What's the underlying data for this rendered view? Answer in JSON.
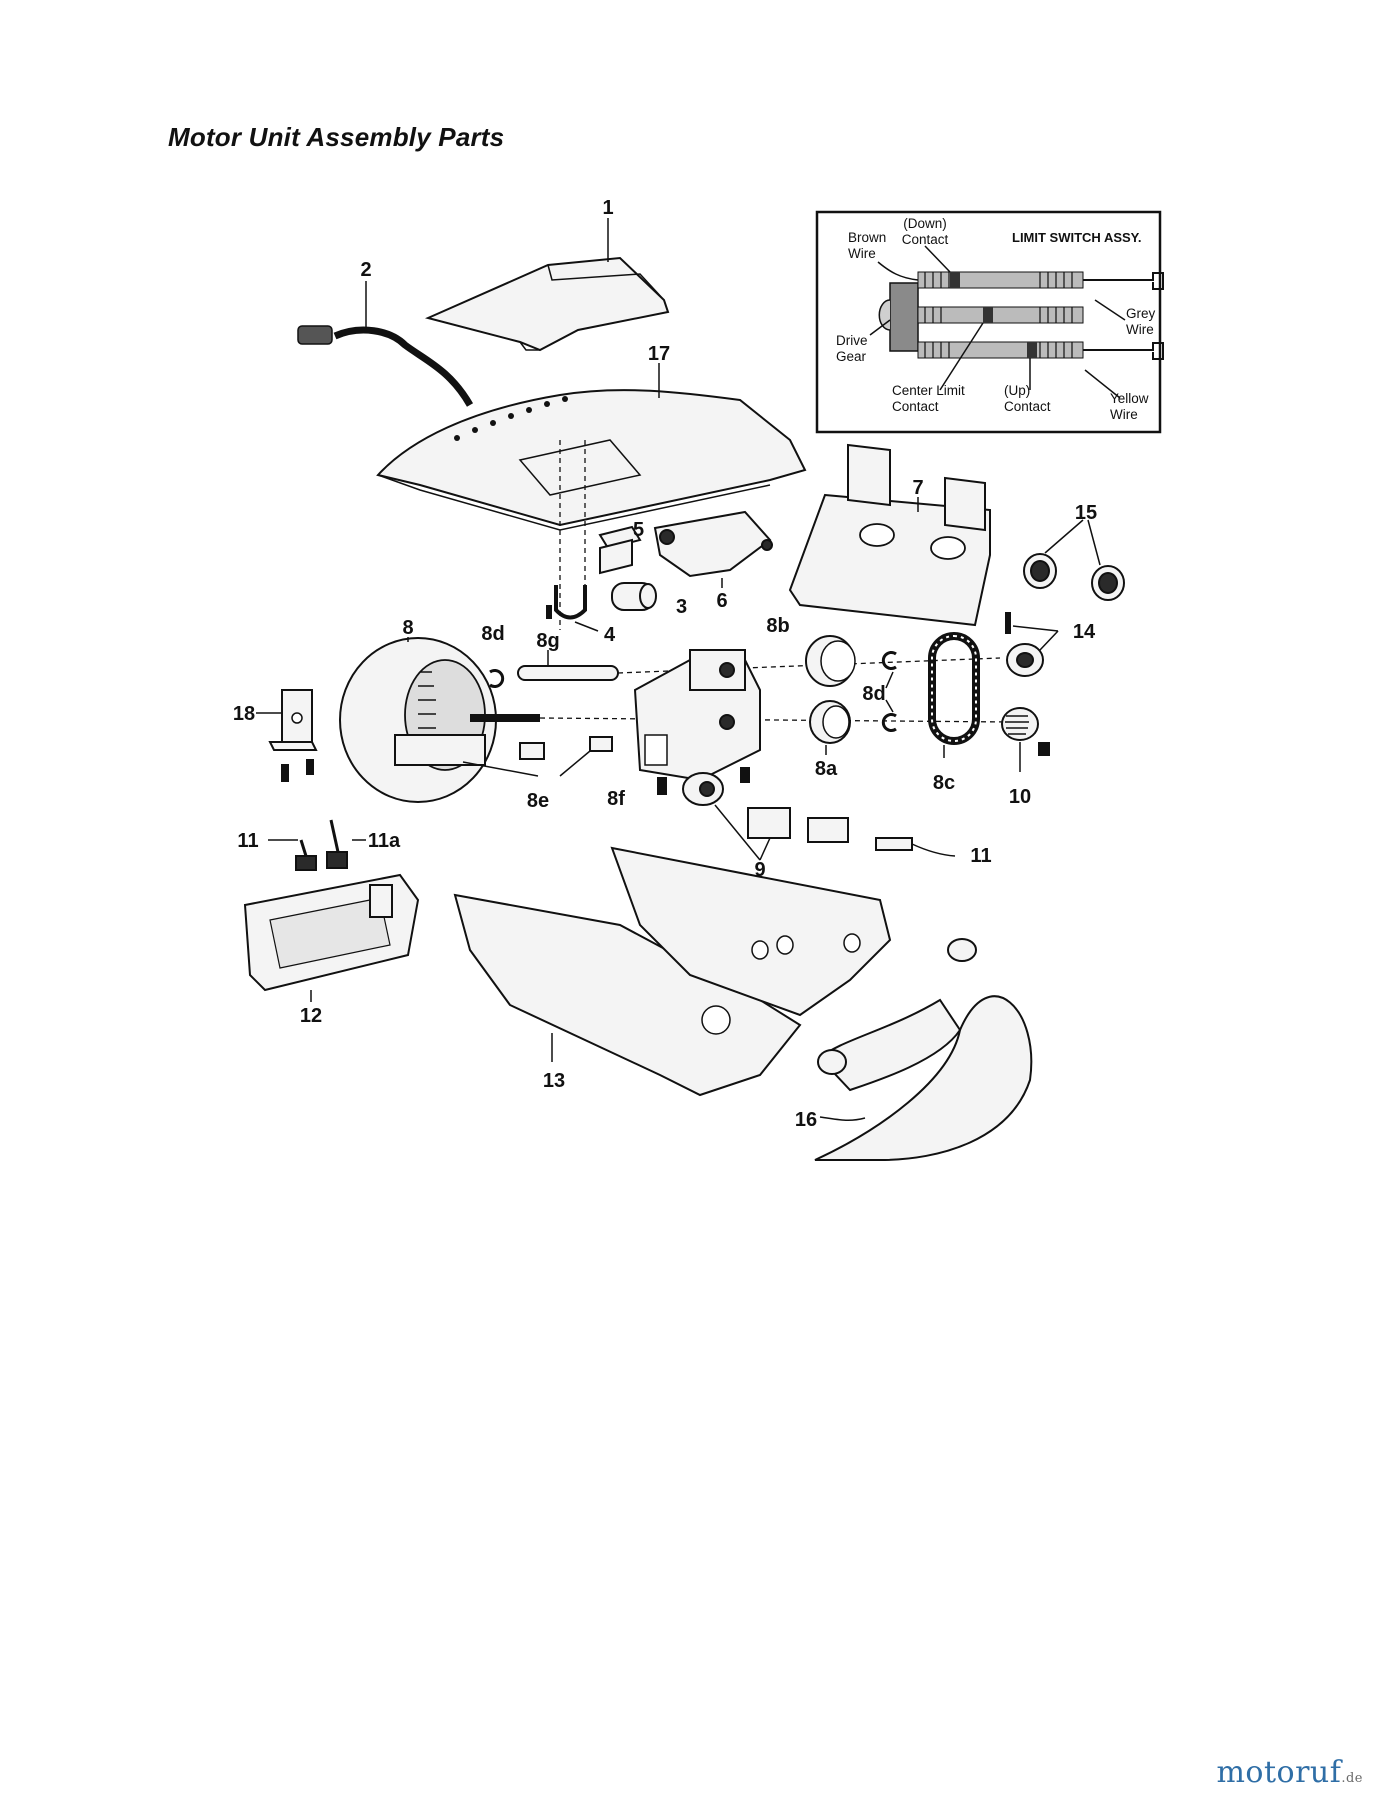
{
  "title": "Motor Unit Assembly Parts",
  "inset": {
    "title": "LIMIT SWITCH ASSY.",
    "down_contact": [
      "(Down)",
      "Contact"
    ],
    "brown_wire": [
      "Brown",
      "Wire"
    ],
    "drive_gear": [
      "Drive",
      "Gear"
    ],
    "center_limit": [
      "Center Limit",
      "Contact"
    ],
    "up_contact": [
      "(Up)",
      "Contact"
    ],
    "grey_wire": [
      "Grey",
      "Wire"
    ],
    "yellow_wire": [
      "Yellow",
      "Wire"
    ]
  },
  "labels": {
    "p1": "1",
    "p2": "2",
    "p17": "17",
    "p5": "5",
    "p6": "6",
    "p3": "3",
    "p4": "4",
    "p7": "7",
    "p15": "15",
    "p14": "14",
    "p8": "8",
    "p8d_left": "8d",
    "p8g": "8g",
    "p8b": "8b",
    "p8d_right": "8d",
    "p8c": "8c",
    "p8a": "8a",
    "p10": "10",
    "p18": "18",
    "p8e": "8e",
    "p8f": "8f",
    "p9": "9",
    "p11_left": "11",
    "p11a": "11a",
    "p11_right": "11",
    "p12": "12",
    "p13": "13",
    "p16": "16"
  },
  "watermark": {
    "brand": "motoruf",
    "suffix": ".de"
  }
}
